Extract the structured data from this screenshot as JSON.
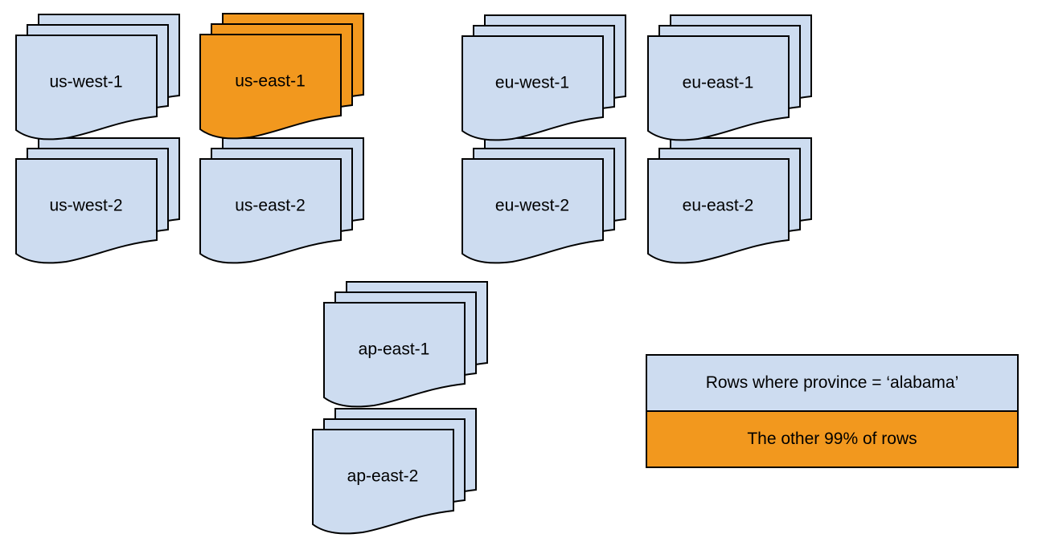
{
  "diagram": {
    "colors": {
      "region_fill_blue": "#cddcf0",
      "region_fill_orange": "#f2981e",
      "outline": "#000000",
      "text": "#000000",
      "background": "#ffffff"
    },
    "regions": [
      {
        "id": "us-west-1",
        "label": "us-west-1",
        "variant": "blue"
      },
      {
        "id": "us-east-1",
        "label": "us-east-1",
        "variant": "orange"
      },
      {
        "id": "eu-west-1",
        "label": "eu-west-1",
        "variant": "blue"
      },
      {
        "id": "eu-east-1",
        "label": "eu-east-1",
        "variant": "blue"
      },
      {
        "id": "us-west-2",
        "label": "us-west-2",
        "variant": "blue"
      },
      {
        "id": "us-east-2",
        "label": "us-east-2",
        "variant": "blue"
      },
      {
        "id": "eu-west-2",
        "label": "eu-west-2",
        "variant": "blue"
      },
      {
        "id": "eu-east-2",
        "label": "eu-east-2",
        "variant": "blue"
      },
      {
        "id": "ap-east-1",
        "label": "ap-east-1",
        "variant": "blue"
      },
      {
        "id": "ap-east-2",
        "label": "ap-east-2",
        "variant": "blue"
      }
    ],
    "legend": {
      "items": [
        {
          "label": "Rows where province = ‘alabama’",
          "color": "#cddcf0"
        },
        {
          "label": "The other 99% of rows",
          "color": "#f2981e"
        }
      ]
    }
  }
}
